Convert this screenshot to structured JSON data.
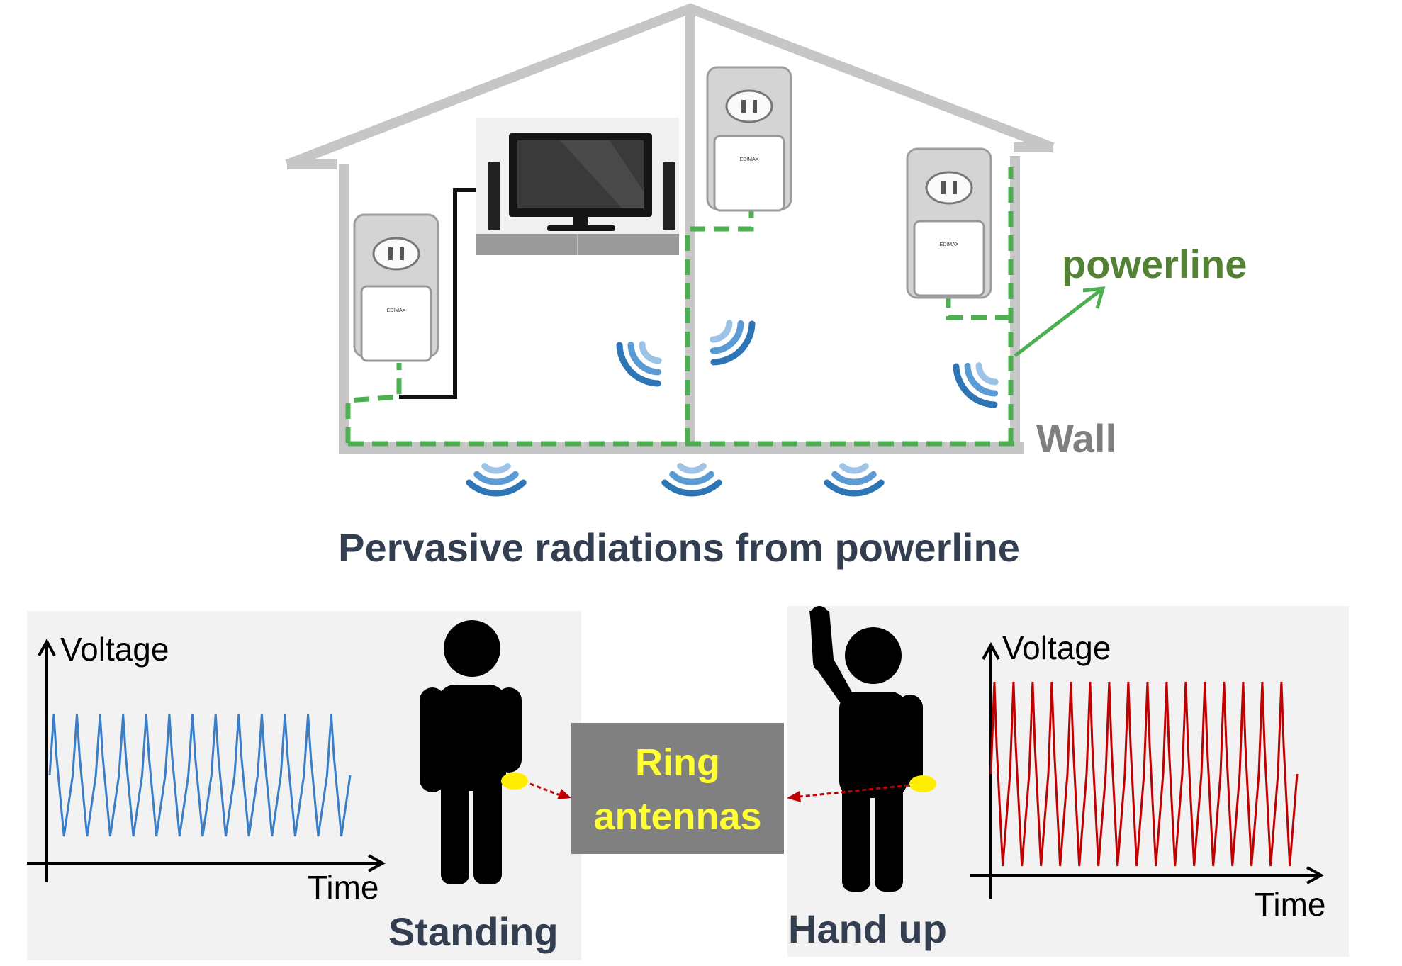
{
  "house": {
    "powerline_label": "powerline",
    "wall_label": "Wall",
    "adapter_brand": "EDIMAX"
  },
  "caption": "Pervasive radiations from powerline",
  "left_panel": {
    "y_label": "Voltage",
    "x_label": "Time",
    "person_label": "Standing"
  },
  "right_panel": {
    "y_label": "Voltage",
    "x_label": "Time",
    "person_label": "Hand up"
  },
  "center_box": {
    "line1": "Ring",
    "line2": "antennas"
  },
  "colors": {
    "house_wall": "#c6c6c6",
    "powerline": "#4caf50",
    "powerline_label": "#548235",
    "wall_label": "#7f7f7f",
    "caption": "#333f50",
    "wave_blue": "#3b7ec8",
    "signal_blue": "#2e75b6",
    "wave_red": "#c00000",
    "box_fill": "#808080",
    "box_text": "#ffff33",
    "ring": "#ffee00",
    "panel_bg": "#f2f2f2"
  },
  "chart_data": [
    {
      "type": "line",
      "title": "",
      "xlabel": "Time",
      "ylabel": "Voltage",
      "series": [
        {
          "cycles": 13,
          "amplitude": 1.0
        }
      ]
    },
    {
      "type": "line",
      "title": "",
      "xlabel": "Time",
      "ylabel": "Voltage",
      "series": [
        {
          "cycles": 16,
          "amplitude": 1.0
        }
      ]
    }
  ]
}
